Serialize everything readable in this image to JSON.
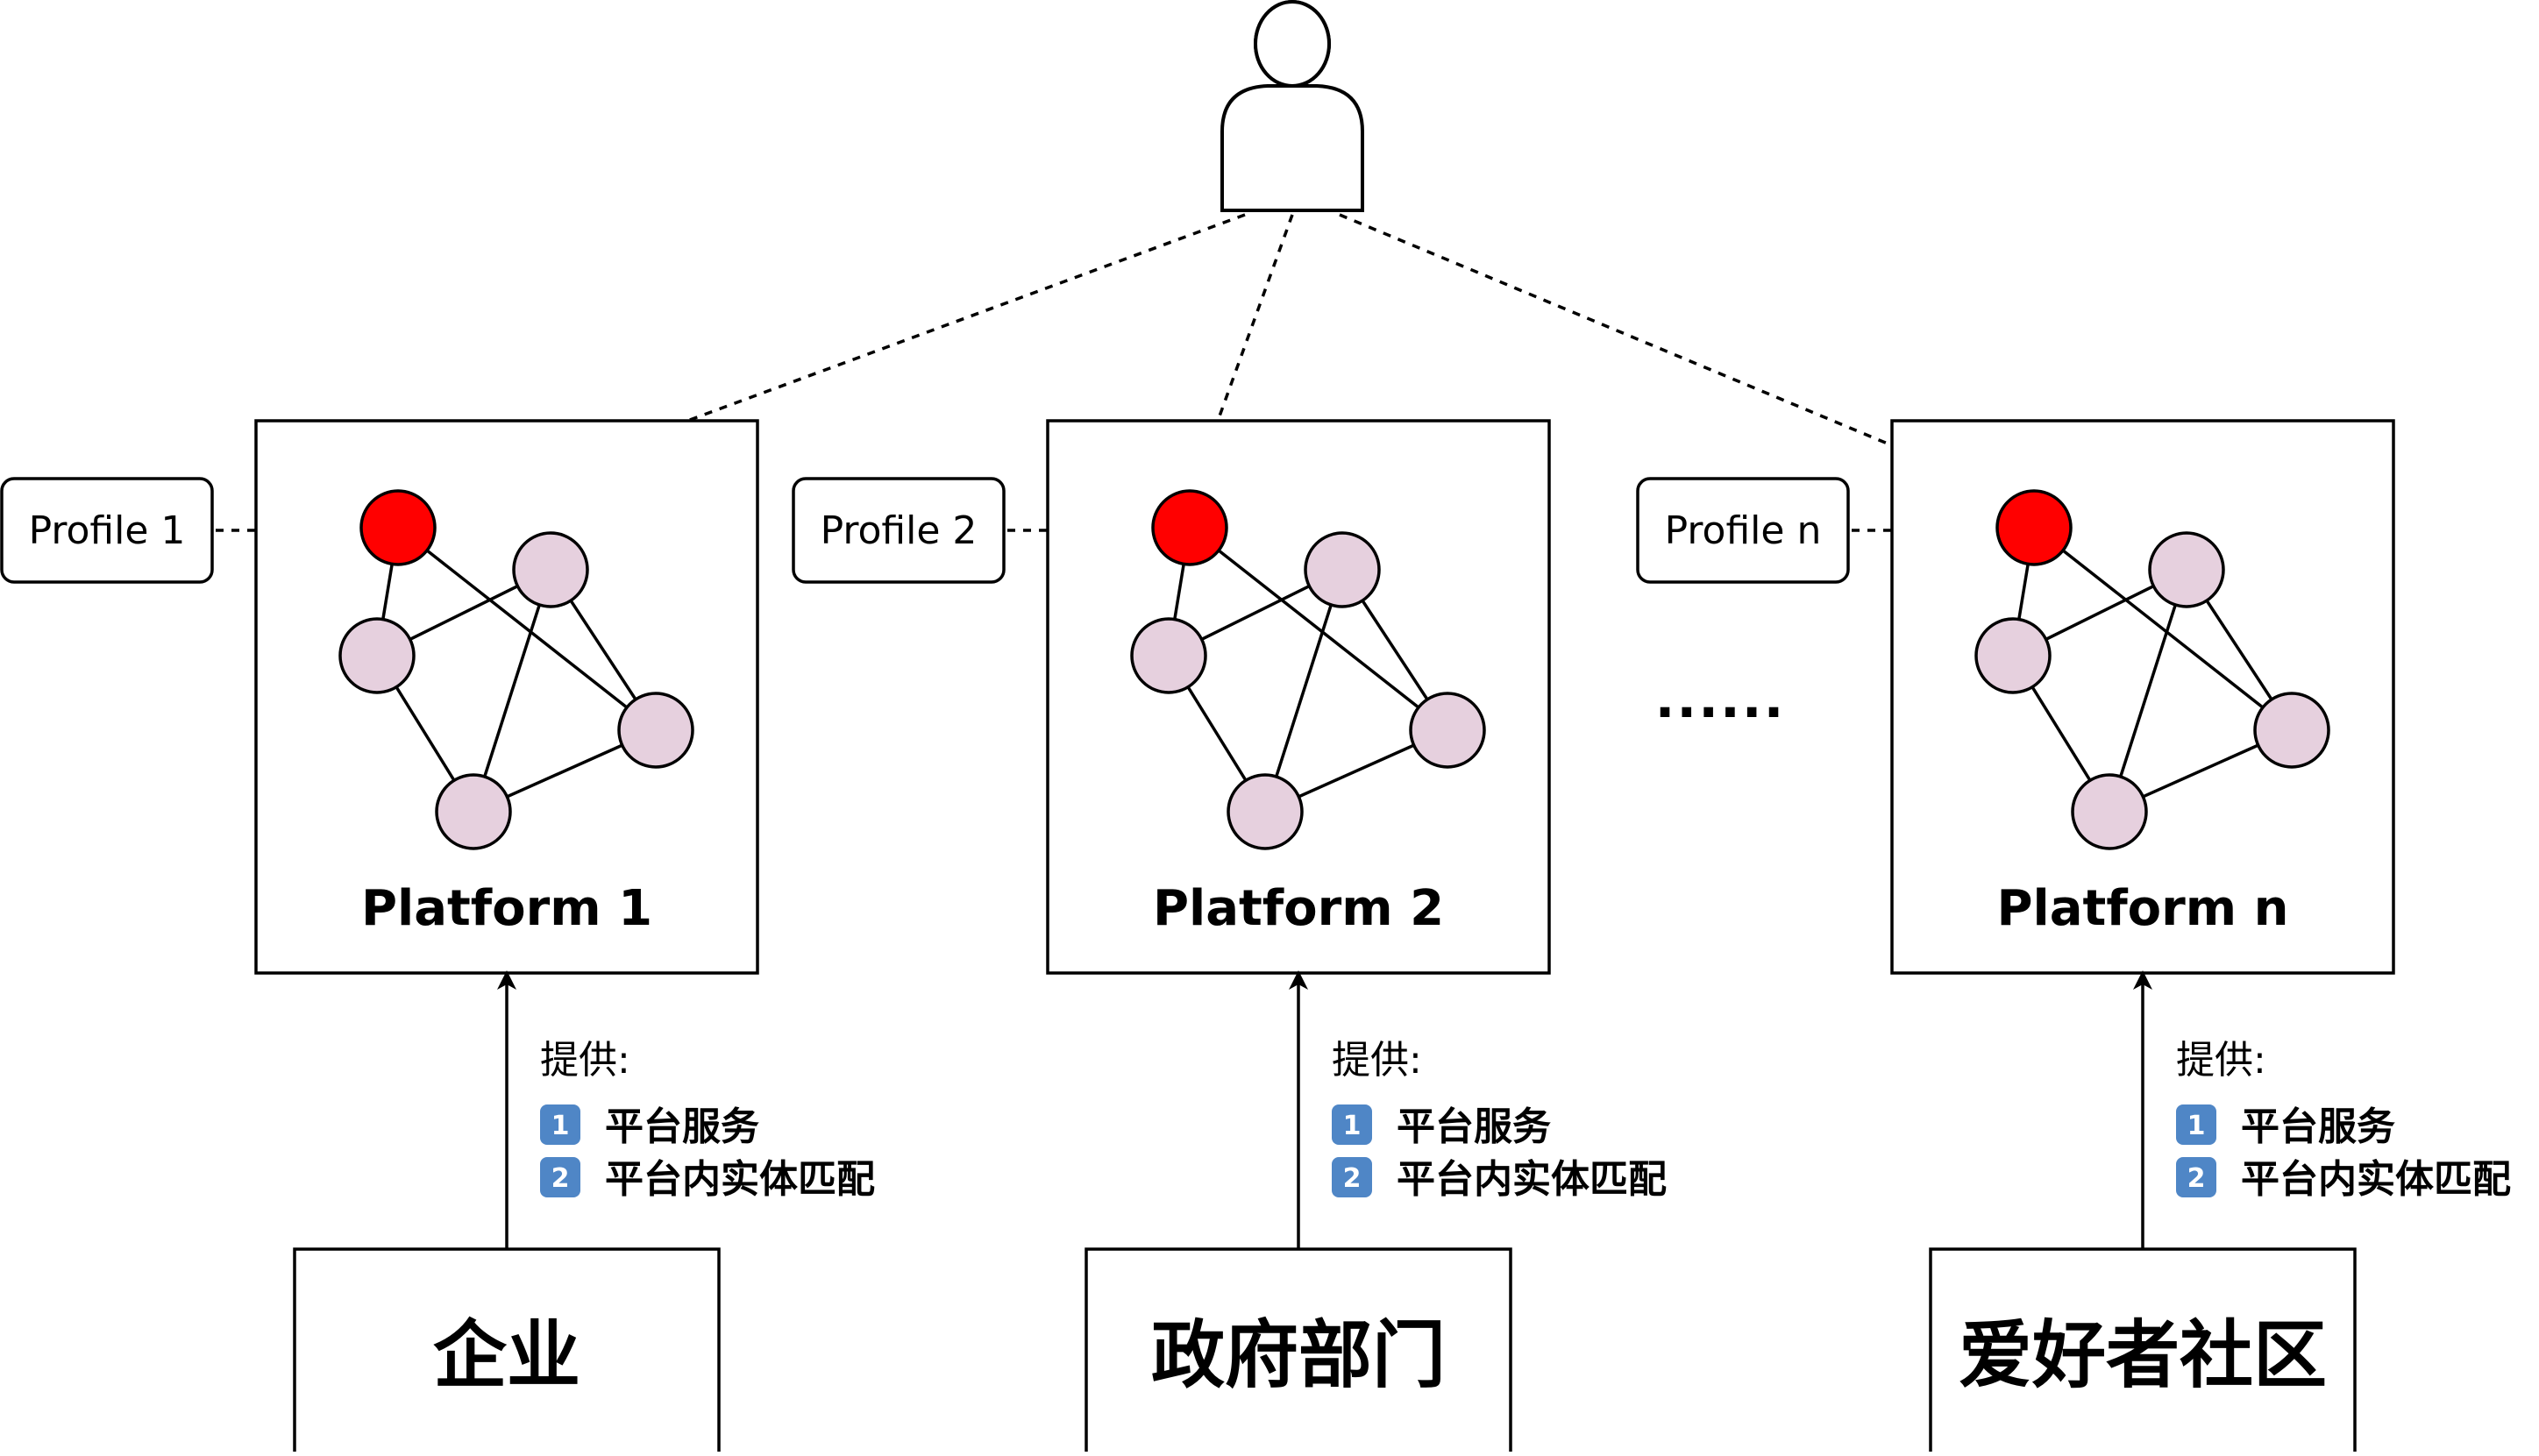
{
  "diagram": {
    "colors": {
      "line": "#000000",
      "profile_node": "#ff0000",
      "graph_node": "#e6d0de",
      "badge": "#4f86c6"
    },
    "ellipsis": "......",
    "columns": [
      {
        "profile_label": "Profile 1",
        "platform_title": "Platform  1",
        "provide_title": "提供:",
        "provide_items": [
          "平台服务",
          "平台内实体匹配"
        ],
        "org_label": "企业"
      },
      {
        "profile_label": "Profile 2",
        "platform_title": "Platform  2",
        "provide_title": "提供:",
        "provide_items": [
          "平台服务",
          "平台内实体匹配"
        ],
        "org_label": "政府部门"
      },
      {
        "profile_label": "Profile n",
        "platform_title": "Platform  n",
        "provide_title": "提供:",
        "provide_items": [
          "平台服务",
          "平台内实体匹配"
        ],
        "org_label": "爱好者社区"
      }
    ],
    "badges": [
      "1",
      "2"
    ]
  }
}
